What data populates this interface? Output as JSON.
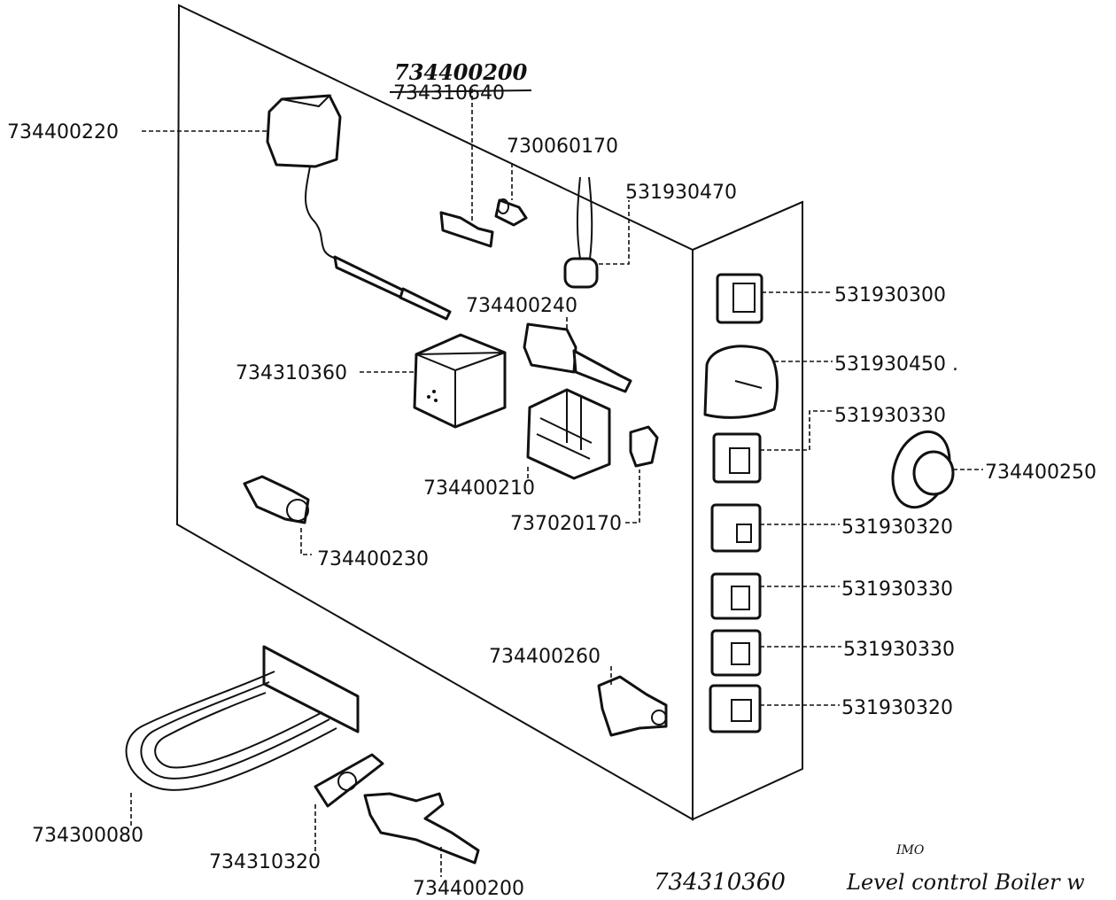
{
  "parts": {
    "p734400220": "734400220",
    "p734400200_top": "734400200",
    "p734310640_struck": "734310640",
    "p730060170": "730060170",
    "p531930470": "531930470",
    "p734400240": "734400240",
    "p734310360": "734310360",
    "p734400210": "734400210",
    "p737020170": "737020170",
    "p734400230": "734400230",
    "p734400260": "734400260",
    "p734300080": "734300080",
    "p734310320": "734310320",
    "p734400200_bottom": "734400200",
    "p531930300": "531930300",
    "p531930450": "531930450 .",
    "p531930330_a": "531930330",
    "p734400250": "734400250",
    "p531930320_a": "531930320",
    "p531930330_b": "531930330",
    "p531930330_c": "531930330",
    "p531930320_b": "531930320"
  },
  "handwritten": {
    "part_number": "734310360",
    "imo": "IMO",
    "description": "Level control Boiler w"
  }
}
